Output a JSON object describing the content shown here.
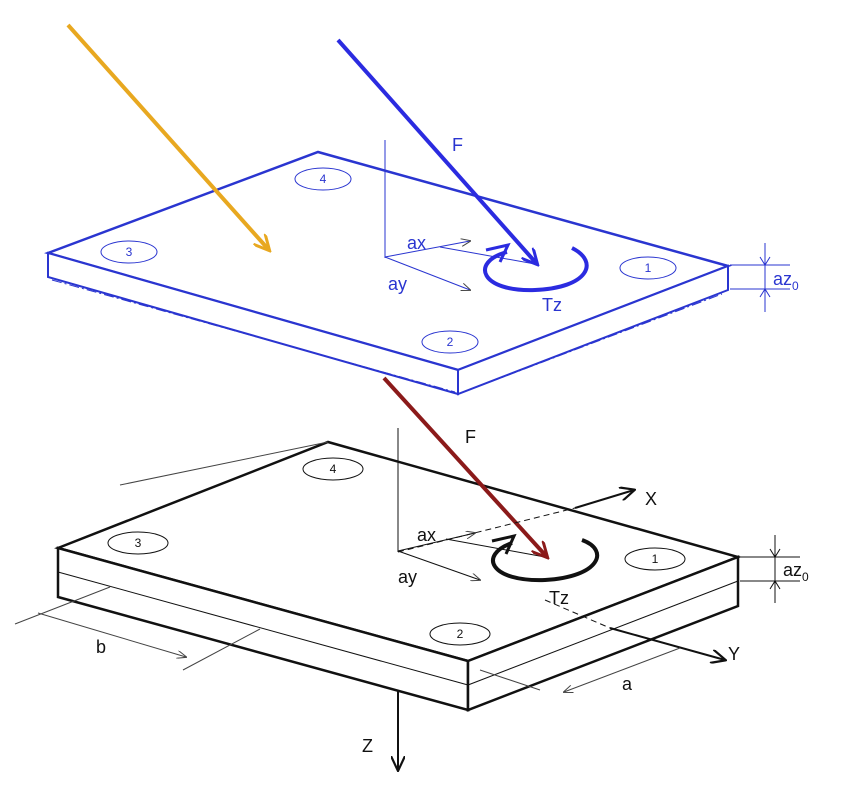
{
  "colors": {
    "top_plate": "#2a35d0",
    "bottom_plate": "#111111",
    "force_top": "#2b2be0",
    "force_bottom": "#8b1a1a",
    "force_external": "#e8a820",
    "dim_line": "#444444"
  },
  "top_plate": {
    "force_label": "F",
    "torque_label": "Tz",
    "ax_label": "ax",
    "ay_label": "ay",
    "az_label": "az",
    "az_subscript": "0",
    "sensor_numbers": [
      "1",
      "2",
      "3",
      "4"
    ]
  },
  "bottom_plate": {
    "force_label": "F",
    "torque_label": "Tz",
    "ax_label": "ax",
    "ay_label": "ay",
    "az_label": "az",
    "az_subscript": "0",
    "sensor_numbers": [
      "1",
      "2",
      "3",
      "4"
    ],
    "axis_x": "X",
    "axis_y": "Y",
    "axis_z": "Z",
    "dim_a": "a",
    "dim_b": "b"
  }
}
